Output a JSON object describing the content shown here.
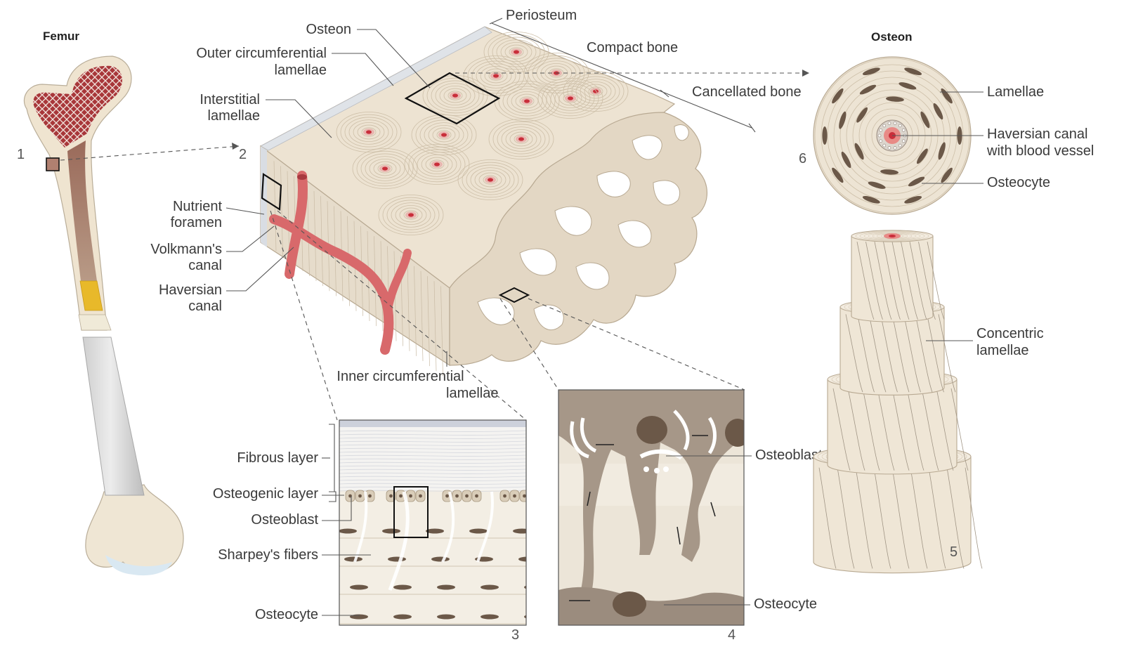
{
  "titles": {
    "femur": "Femur",
    "osteon": "Osteon"
  },
  "numbers": [
    "1",
    "2",
    "3",
    "4",
    "5",
    "6"
  ],
  "block_labels": {
    "osteon": "Osteon",
    "outer_circ_1": "Outer circumferential",
    "outer_circ_2": "lamellae",
    "interstitial_1": "Interstitial",
    "interstitial_2": "lamellae",
    "nutrient_1": "Nutrient",
    "nutrient_2": "foramen",
    "volkmann_1": "Volkmann's",
    "volkmann_2": "canal",
    "haversian_1": "Haversian",
    "haversian_2": "canal",
    "inner_circ_1": "Inner circumferential",
    "inner_circ_2": "lamellae",
    "periosteum": "Periosteum",
    "compact_bone": "Compact bone",
    "cancellated_bone": "Cancellated bone"
  },
  "osteon_labels": {
    "lamellae": "Lamellae",
    "haversian_1": "Haversian canal",
    "haversian_2": "with blood vessel",
    "osteocyte": "Osteocyte",
    "concentric_1": "Concentric",
    "concentric_2": "lamellae"
  },
  "periosteum_labels": {
    "fibrous": "Fibrous layer",
    "osteogenic": "Osteogenic layer",
    "osteoblast": "Osteoblast",
    "sharpey": "Sharpey's fibers",
    "osteocyte": "Osteocyte"
  },
  "cell_labels": {
    "osteoblast": "Osteoblast",
    "osteocyte": "Osteocyte"
  },
  "colors": {
    "bone_light": "#efe6d8",
    "bone_mid": "#e4d8c6",
    "bone_dark": "#d5c6b0",
    "marrow_red": "#8c2a2a",
    "vessel": "#d8696b",
    "canal": "#c92e3a",
    "cell_dark": "#6b5848",
    "cell_grey": "#9a8c80"
  }
}
